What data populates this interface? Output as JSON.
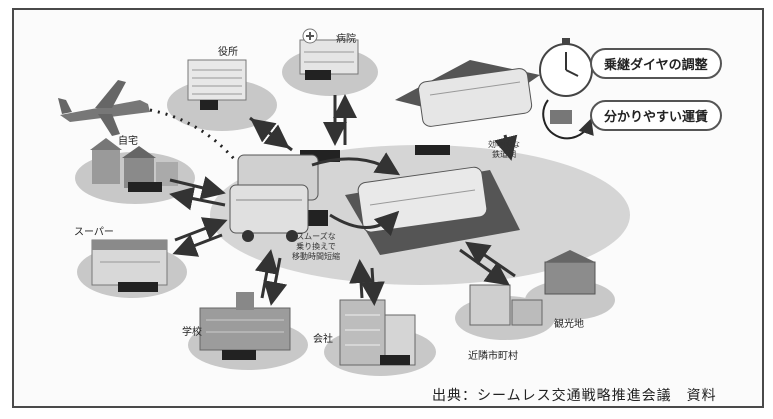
{
  "labels": {
    "city_hall": "役所",
    "hospital": "病院",
    "home": "自宅",
    "supermarket": "スーパー",
    "school": "学校",
    "company": "会社",
    "neighboring_towns": "近隣市町村",
    "tourist_spot": "観光地",
    "seamless_transfer": "スムーズな\n乗り換えで\n移動時間短縮",
    "efficient_network": "効率的な\n鉄道網"
  },
  "callouts": {
    "timetable": "乗継ダイヤの調整",
    "fare": "分かりやすい運賃"
  },
  "source": "出典：シームレス交通戦略推進会議　資料"
}
